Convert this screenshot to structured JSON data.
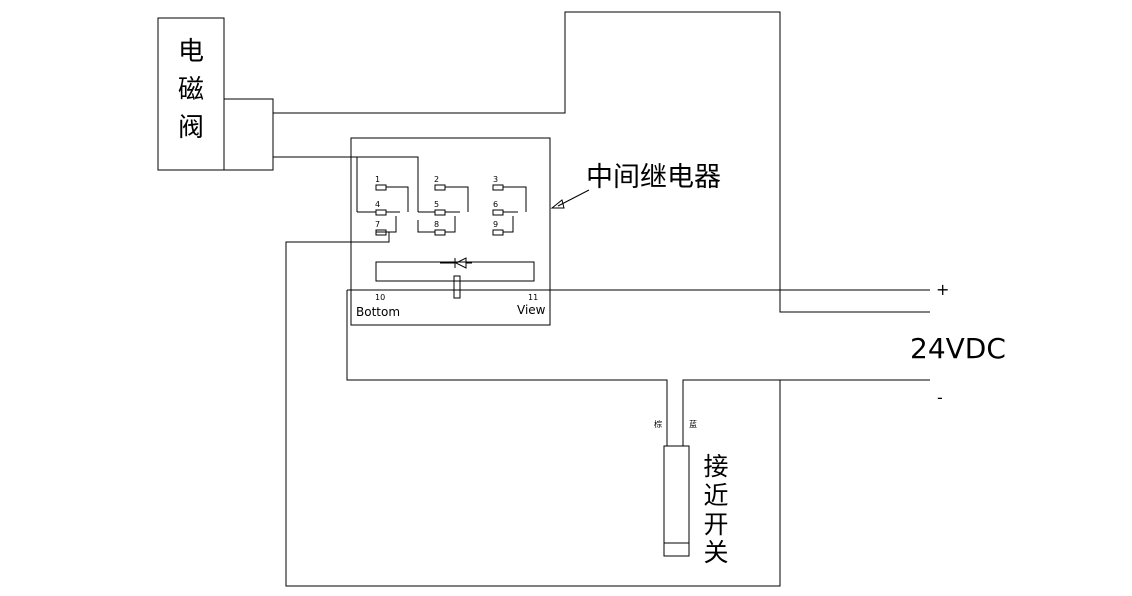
{
  "solenoid_valve": {
    "label": "电磁阀"
  },
  "relay": {
    "label": "中间继电器",
    "pins": [
      "1",
      "2",
      "3",
      "4",
      "5",
      "6",
      "7",
      "8",
      "9",
      "10",
      "11"
    ],
    "view_left": "Bottom",
    "view_right": "View"
  },
  "power": {
    "plus": "+",
    "minus": "-",
    "voltage": "24VDC"
  },
  "proximity_switch": {
    "label": "接近开关",
    "wire_left": "棕",
    "wire_right": "蓝"
  }
}
